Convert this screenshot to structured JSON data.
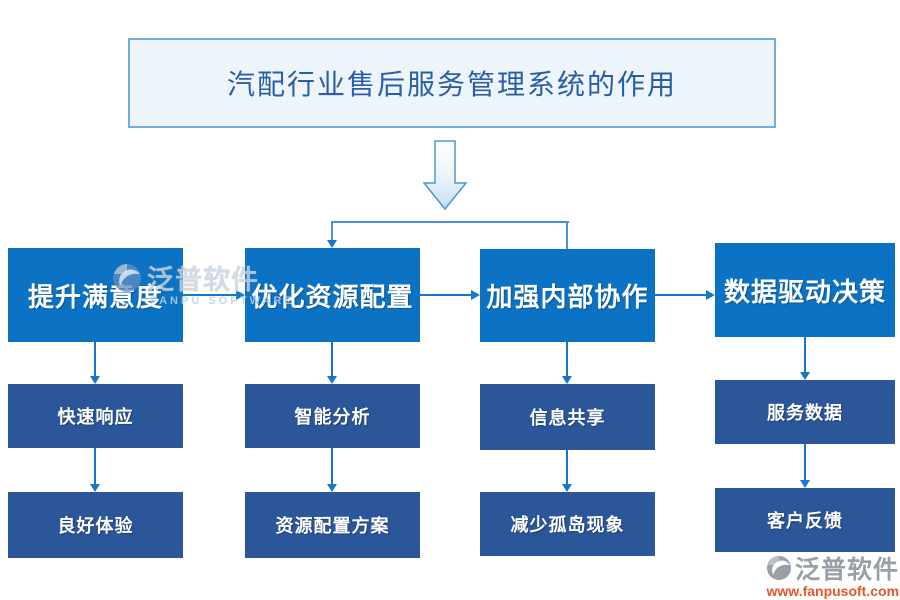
{
  "title": "汽配行业售后服务管理系统的作用",
  "flow": {
    "columns": [
      {
        "main": "提升满意度",
        "sub1": "快速响应",
        "sub2": "良好体验"
      },
      {
        "main": "优化资源配置",
        "sub1": "智能分析",
        "sub2": "资源配置方案"
      },
      {
        "main": "加强内部协作",
        "sub1": "信息共享",
        "sub2": "减少孤岛现象"
      },
      {
        "main": "数据驱动决策",
        "sub1": "服务数据",
        "sub2": "客户反馈"
      }
    ]
  },
  "watermarks": {
    "center": {
      "brand": "泛普软件",
      "brand_en": "FANPU SOFTWARE"
    },
    "corner": {
      "brand": "泛普软件",
      "url": "www.fanpusoft.com"
    }
  },
  "colors": {
    "main_box": "#0c72c4",
    "sub_box": "#2b5699",
    "arrow": "#1777cc",
    "connector": "#4a90d9",
    "title_text": "#2b5da8",
    "title_bg": "#edf5fb",
    "title_border": "#74add9",
    "watermark_url": "#e8552b"
  }
}
